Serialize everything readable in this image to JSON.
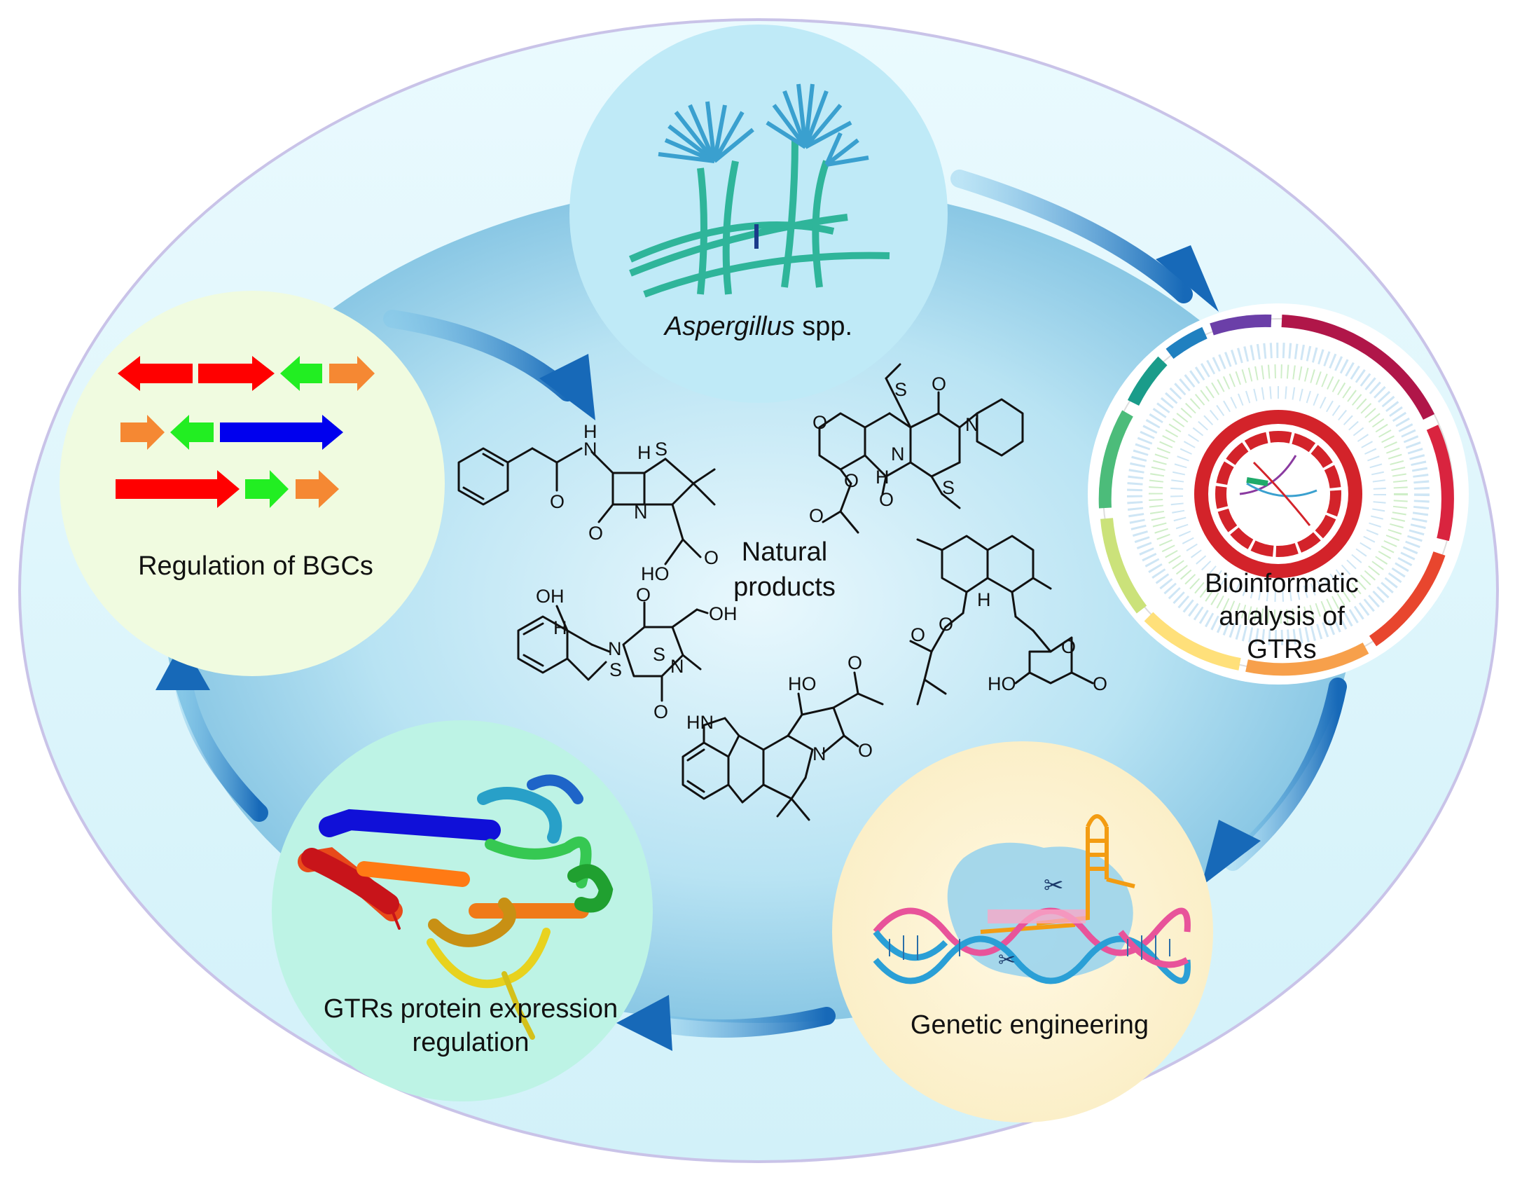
{
  "center": {
    "label_line1": "Natural",
    "label_line2": "products"
  },
  "nodes": {
    "aspergillus": {
      "label_italic": "Aspergillus",
      "label_rest": " spp."
    },
    "bioinformatics": {
      "line1": "Bioinformatic",
      "line2": "analysis of",
      "line3": "GTRs"
    },
    "genetic_engineering": {
      "line1": "Genetic engineering"
    },
    "protein_regulation": {
      "line1": "GTRs protein expression",
      "line2": "regulation"
    },
    "bgc_regulation": {
      "line1": "Regulation of BGCs"
    }
  },
  "chem_labels": {
    "N": "N",
    "H": "H",
    "S": "S",
    "O": "O",
    "OH": "OH",
    "HO": "HO",
    "HN": "HN"
  },
  "colors": {
    "outer_ellipse": "#dff5fb",
    "inner_ellipse": "#9fd4ea",
    "arrow": "#1f7fc9",
    "gene_red": "#ff0000",
    "gene_green": "#22ee22",
    "gene_orange": "#f58833",
    "gene_blue": "#0000ee",
    "fungus": "#3aa0cf"
  }
}
